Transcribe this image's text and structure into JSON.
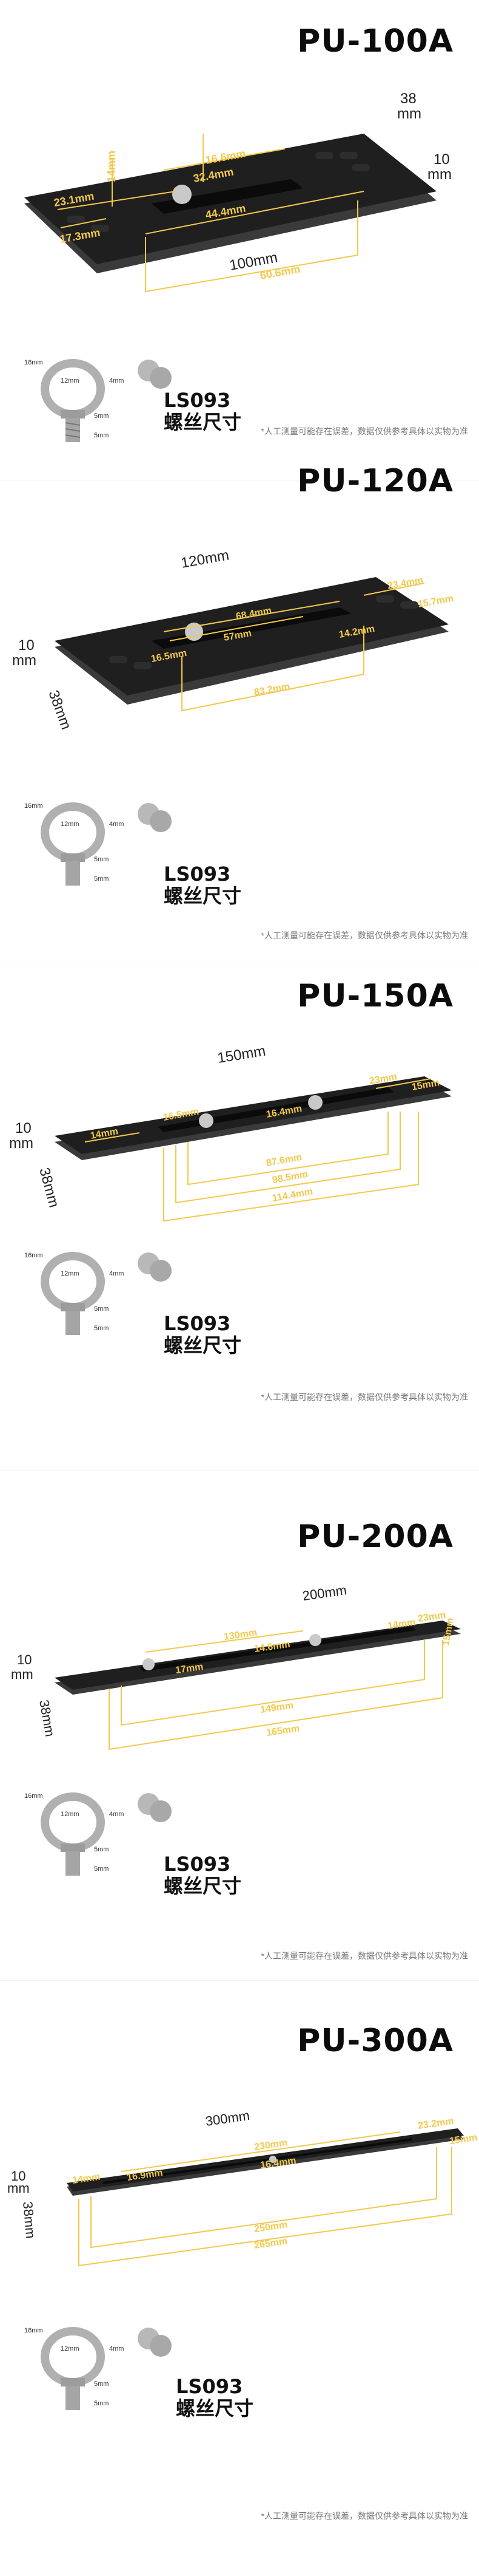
{
  "products": [
    {
      "model": "PU-100A",
      "labels": {
        "width": "38",
        "width_unit": "mm",
        "thickness": "10",
        "thickness_unit": "mm",
        "length": "100mm",
        "d1": "14mm",
        "d2": "16.6mm",
        "d3": "23.1mm",
        "d4": "32.4mm",
        "d5": "17.3mm",
        "d6": "44.4mm",
        "d7": "60.6mm"
      },
      "screw": {
        "name": "LS093",
        "desc": "螺丝尺寸",
        "d16": "16mm",
        "d12": "12mm",
        "d4": "4mm",
        "d5a": "5mm",
        "d5b": "5mm"
      },
      "note": "*人工测量可能存在误差，数据仅供参考具体以实物为准"
    },
    {
      "model": "PU-120A",
      "labels": {
        "length": "120mm",
        "thickness": "10",
        "thickness_unit": "mm",
        "width": "38mm",
        "d1": "23.4mm",
        "d2": "68.4mm",
        "d3": "15.7mm",
        "d4": "57mm",
        "d5": "16.5mm",
        "d6": "14.2mm",
        "d7": "83.2mm"
      },
      "screw": {
        "name": "LS093",
        "desc": "螺丝尺寸",
        "d16": "16mm",
        "d12": "12mm",
        "d4": "4mm",
        "d5a": "5mm",
        "d5b": "5mm"
      },
      "note": "*人工测量可能存在误差，数据仅供参考具体以实物为准"
    },
    {
      "model": "PU-150A",
      "labels": {
        "length": "150mm",
        "thickness": "10",
        "thickness_unit": "mm",
        "width": "38mm",
        "d1": "23mm",
        "d2": "14mm",
        "d3": "16.5mm",
        "d4": "16.4mm",
        "d5": "15mm",
        "d6": "87.6mm",
        "d7": "98.5mm",
        "d8": "114.4mm"
      },
      "screw": {
        "name": "LS093",
        "desc": "螺丝尺寸",
        "d16": "16mm",
        "d12": "12mm",
        "d4": "4mm",
        "d5a": "5mm",
        "d5b": "5mm"
      },
      "note": "*人工测量可能存在误差，数据仅供参考具体以实物为准"
    },
    {
      "model": "PU-200A",
      "labels": {
        "length": "200mm",
        "thickness": "10",
        "thickness_unit": "mm",
        "width": "38mm",
        "d1": "23mm",
        "d2": "14mm",
        "d3": "130mm",
        "d4": "14.6mm",
        "d5": "17mm",
        "d6": "15mm",
        "d7": "149mm",
        "d8": "165mm"
      },
      "screw": {
        "name": "LS093",
        "desc": "螺丝尺寸",
        "d16": "16mm",
        "d12": "12mm",
        "d4": "4mm",
        "d5a": "5mm",
        "d5b": "5mm"
      },
      "note": "*人工测量可能存在误差，数据仅供参考具体以实物为准"
    },
    {
      "model": "PU-300A",
      "labels": {
        "length": "300mm",
        "thickness": "10",
        "thickness_unit": "mm",
        "width": "38mm",
        "d1": "23.2mm",
        "d2": "14mm",
        "d3": "230mm",
        "d4": "16.9mm",
        "d5": "16.4mm",
        "d6": "15mm",
        "d7": "250mm",
        "d8": "265mm"
      },
      "screw": {
        "name": "LS093",
        "desc": "螺丝尺寸",
        "d16": "16mm",
        "d12": "12mm",
        "d4": "4mm",
        "d5a": "5mm",
        "d5b": "5mm"
      },
      "note": "*人工测量可能存在误差，数据仅供参考具体以实物为准"
    }
  ],
  "colors": {
    "accent": "#f2c94c",
    "plate": "#1e1e1e",
    "plate_edge": "#3a3a3a"
  }
}
